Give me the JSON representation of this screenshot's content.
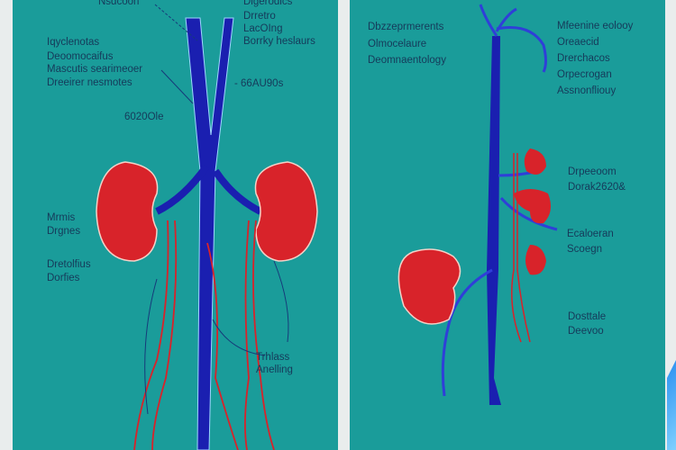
{
  "left_panel": {
    "labels_top": [
      "Nsdcoon",
      "Digerodics",
      "Drretro",
      "LacOIng",
      "Borrky heslaurs"
    ],
    "labels_left": [
      "Iqyclenotas",
      "Deoomocaifus",
      "Mascutis searimeoer",
      "Dreeirer nesmotes"
    ],
    "label_mid_right": "- 66AU90s",
    "label_mid": "6020Ole",
    "labels_kidney_left": [
      "Mrmis",
      "Drgnes",
      "Dretolfius",
      "Dorfies"
    ],
    "labels_bottom": [
      "Trhlass",
      "Anelling"
    ]
  },
  "right_panel": {
    "labels_left": [
      "Dbzzeprmerents",
      "Olmocelaure",
      "Deomnaentology"
    ],
    "labels_right": [
      "Mfeenine eolooy",
      "Oreaecid",
      "Drerchacos",
      "Orpecrogan",
      "Assnonfliouy"
    ],
    "labels_kidney": [
      "Drpeeoom",
      "Dorak2620&",
      "Ecaloeran",
      "Scoegn",
      "Dosttale",
      "Deevoo"
    ]
  },
  "colors": {
    "background": "#1a9c9a",
    "vein": "#1a1fb0",
    "kidney": "#d8232a",
    "artery": "#d8232a",
    "text": "#163a5a"
  }
}
